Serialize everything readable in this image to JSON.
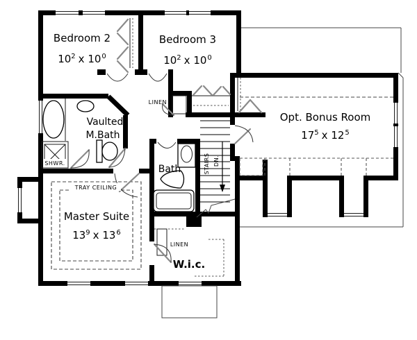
{
  "plan": {
    "bedroom2": {
      "label": "Bedroom 2",
      "dim_base1": "10",
      "dim_sup1": "2",
      "dim_base2": "x 10",
      "dim_sup2": "0"
    },
    "bedroom3": {
      "label": "Bedroom 3",
      "dim_base1": "10",
      "dim_sup1": "2",
      "dim_base2": "x 10",
      "dim_sup2": "0"
    },
    "bonus_room": {
      "label": "Opt. Bonus Room",
      "dim_base1": "17",
      "dim_sup1": "5",
      "dim_base2": "x 12",
      "dim_sup2": "5"
    },
    "master_suite": {
      "label": "Master Suite",
      "dim_base1": "13",
      "dim_sup1": "9",
      "dim_base2": "x 13",
      "dim_sup2": "6"
    },
    "master_bath": {
      "label_line1": "Vaulted",
      "label_line2": "M.Bath"
    },
    "bath": {
      "label": "Bath"
    },
    "wic": {
      "label": "W.i.c."
    },
    "annotations": {
      "tray_ceiling": "TRAY CEILING",
      "linen_hall": "LINEN",
      "linen_wic": "LINEN",
      "shower": "SHWR.",
      "stairs": "STAIRS",
      "stairs_down": "DN."
    },
    "colors": {
      "ink": "#000000",
      "door_leaf": "#8a8a8a",
      "background": "#ffffff"
    }
  }
}
